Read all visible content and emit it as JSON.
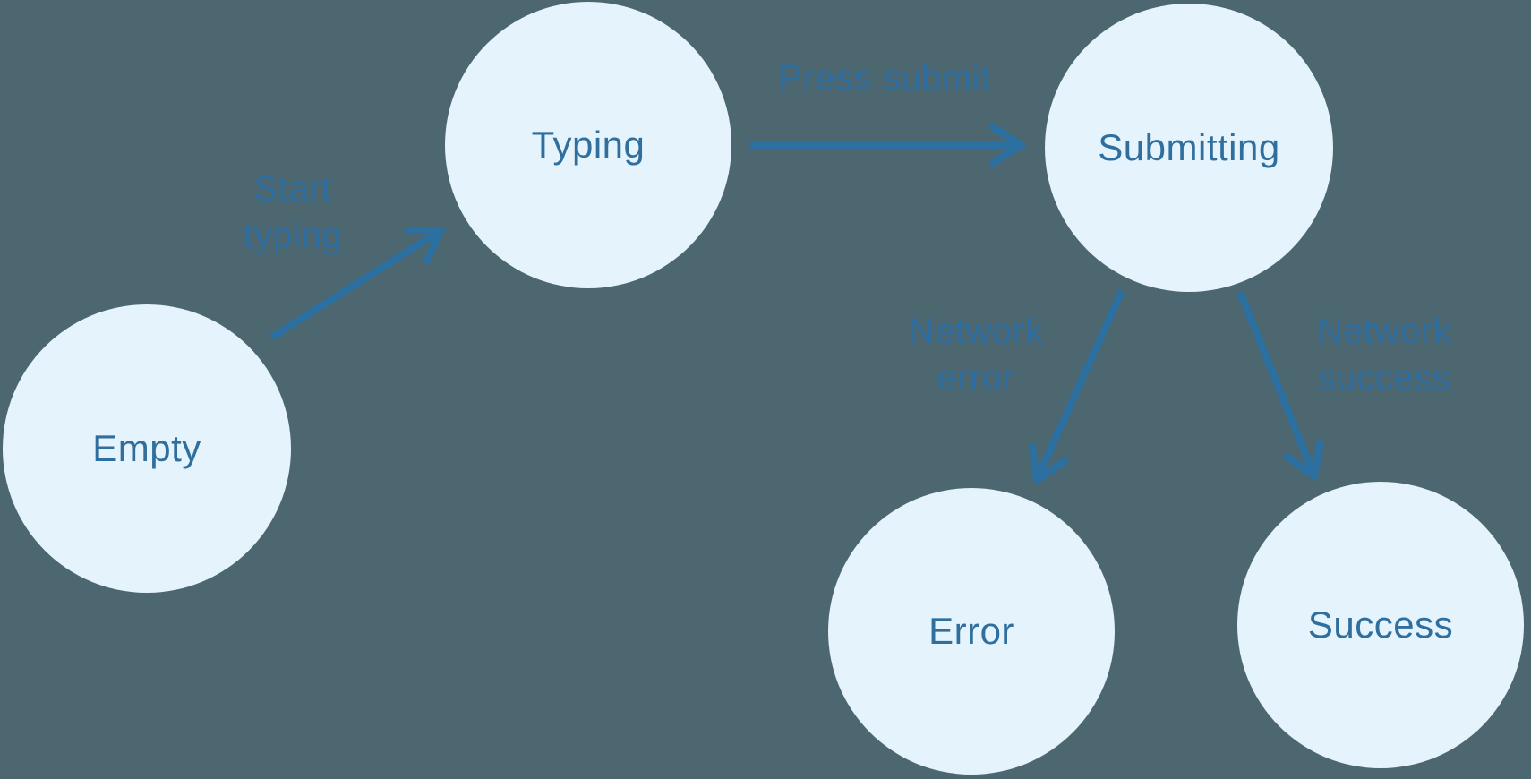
{
  "diagram": {
    "type": "state-machine",
    "colors": {
      "background": "#4c6770",
      "node_fill": "#e4f3fc",
      "node_text": "#2f6e9d",
      "arrow": "#2b70a0",
      "edge_label_text": "#2e6da0"
    },
    "nodes": [
      {
        "id": "empty",
        "label": "Empty"
      },
      {
        "id": "typing",
        "label": "Typing"
      },
      {
        "id": "submitting",
        "label": "Submitting"
      },
      {
        "id": "error",
        "label": "Error"
      },
      {
        "id": "success",
        "label": "Success"
      }
    ],
    "edges": [
      {
        "from": "empty",
        "to": "typing",
        "label": "Start typing",
        "label_lines": [
          "Start",
          "typing"
        ]
      },
      {
        "from": "typing",
        "to": "submitting",
        "label": "Press submit",
        "label_lines": [
          "Press submit"
        ]
      },
      {
        "from": "submitting",
        "to": "error",
        "label": "Network error",
        "label_lines": [
          "Network",
          "error"
        ]
      },
      {
        "from": "submitting",
        "to": "success",
        "label": "Network success",
        "label_lines": [
          "Network",
          "success"
        ]
      }
    ]
  }
}
